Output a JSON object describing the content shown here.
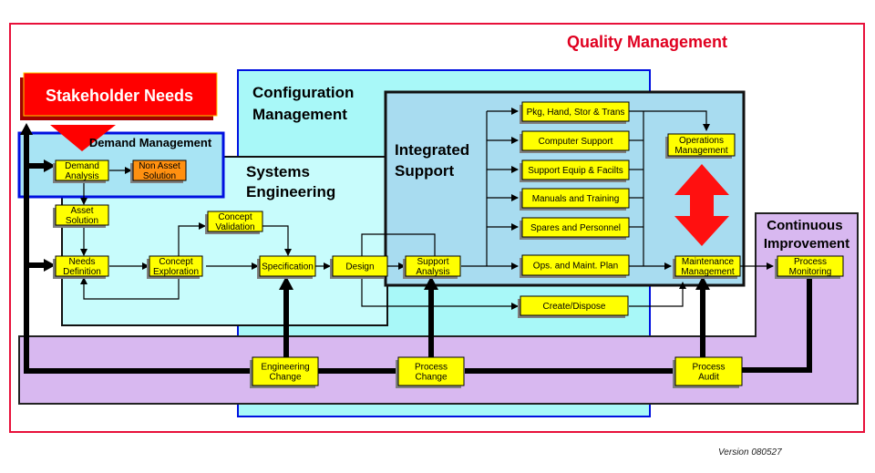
{
  "colors": {
    "quality_border": "#e8103a",
    "quality_title": "#e00020",
    "config_fill": "#a8f8f8",
    "config_border": "#0010e0",
    "systems_fill": "#c8fcfc",
    "integrated_fill": "#a8dcf0",
    "demand_fill": "#a8e4f4",
    "continuous_fill": "#d8b8f0",
    "box_yellow": "#ffff00",
    "box_orange": "#ff9010",
    "stakeholder_red": "#ff0000",
    "big_arrow_red": "#ff1010",
    "shadow": "#808080"
  },
  "regions": {
    "quality": "Quality Management",
    "configuration": [
      "Configuration",
      "Management"
    ],
    "systems": [
      "Systems",
      "Engineering"
    ],
    "integrated": [
      "Integrated",
      "Support"
    ],
    "demand": "Demand Management",
    "continuous": [
      "Continuous",
      "Improvement"
    ],
    "stakeholder": "Stakeholder Needs"
  },
  "boxes": {
    "demand_analysis": [
      "Demand",
      "Analysis"
    ],
    "non_asset": [
      "Non Asset",
      "Solution"
    ],
    "asset_solution": [
      "Asset",
      "Solution"
    ],
    "needs_definition": [
      "Needs",
      "Definition"
    ],
    "concept_exploration": [
      "Concept",
      "Exploration"
    ],
    "concept_validation": [
      "Concept",
      "Validation"
    ],
    "specification": [
      "Specification"
    ],
    "design": [
      "Design"
    ],
    "support_analysis": [
      "Support",
      "Analysis"
    ],
    "pkg": [
      "Pkg, Hand, Stor & Trans"
    ],
    "computer_support": [
      "Computer Support"
    ],
    "support_equip": [
      "Support Equip & Facilts"
    ],
    "manuals": [
      "Manuals and Training"
    ],
    "spares": [
      "Spares and Personnel"
    ],
    "ops_plan": [
      "Ops. and Maint. Plan"
    ],
    "create_dispose": [
      "Create/Dispose"
    ],
    "operations_mgmt": [
      "Operations",
      "Management"
    ],
    "maintenance_mgmt": [
      "Maintenance",
      "Management"
    ],
    "process_monitoring": [
      "Process",
      "Monitoring"
    ],
    "engineering_change": [
      "Engineering",
      "Change"
    ],
    "process_change": [
      "Process",
      "Change"
    ],
    "process_audit": [
      "Process",
      "Audit"
    ]
  },
  "version": "Version 080527"
}
